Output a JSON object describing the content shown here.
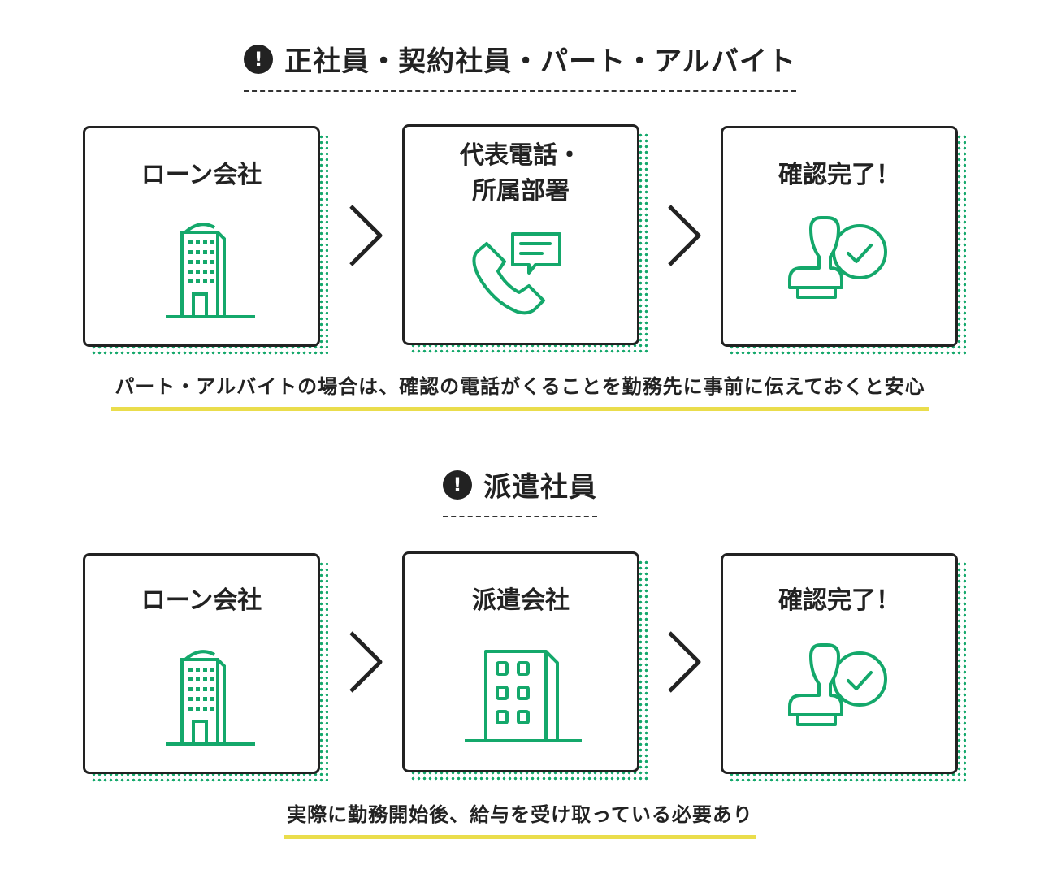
{
  "accent_color": "#14a86b",
  "underline_color": "#eadd4c",
  "sections": [
    {
      "title": "正社員・契約社員・パート・アルバイト",
      "alert_icon": "exclamation-icon",
      "steps": [
        {
          "label": "ローン会社",
          "icon": "office-building-icon"
        },
        {
          "label": "代表電話・\n所属部署",
          "label_line1": "代表電話・",
          "label_line2": "所属部署",
          "icon": "phone-chat-icon"
        },
        {
          "label": "確認完了！",
          "icon": "stamp-check-icon"
        }
      ],
      "note": "パート・アルバイトの場合は、確認の電話がくることを勤務先に事前に伝えておくと安心"
    },
    {
      "title": "派遣社員",
      "alert_icon": "exclamation-icon",
      "steps": [
        {
          "label": "ローン会社",
          "icon": "office-building-icon"
        },
        {
          "label": "派遣会社",
          "icon": "dispatch-building-icon"
        },
        {
          "label": "確認完了！",
          "icon": "stamp-check-icon"
        }
      ],
      "note": "実際に勤務開始後、給与を受け取っている必要あり"
    }
  ]
}
